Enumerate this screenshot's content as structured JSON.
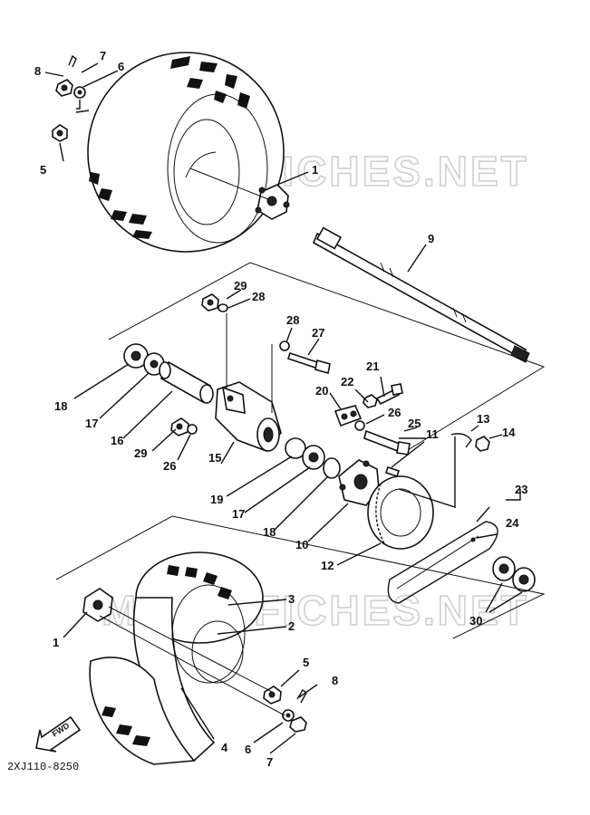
{
  "watermark": "MICROFICHES.NET",
  "diagram_code": "2XJ110-8250",
  "fwd_label": "FWD",
  "callouts": {
    "c1_top": "1",
    "c5_top": "5",
    "c6_top": "6",
    "c7_top": "7",
    "c8_top": "8",
    "c9": "9",
    "c29_top": "29",
    "c28_top": "28",
    "c28_mid": "28",
    "c27": "27",
    "c21": "21",
    "c22": "22",
    "c20": "20",
    "c26_right": "26",
    "c25": "25",
    "c11": "11",
    "c13": "13",
    "c14": "14",
    "c18_left": "18",
    "c17_left": "17",
    "c16": "16",
    "c29_left": "29",
    "c26_left": "26",
    "c15": "15",
    "c19": "19",
    "c17_mid": "17",
    "c18_mid": "18",
    "c10": "10",
    "c12": "12",
    "c23": "23",
    "c24": "24",
    "c30": "30",
    "c3": "3",
    "c2": "2",
    "c1_bottom": "1",
    "c5_bottom": "5",
    "c8_bottom": "8",
    "c4": "4",
    "c6_bottom": "6",
    "c7_bottom": "7"
  }
}
